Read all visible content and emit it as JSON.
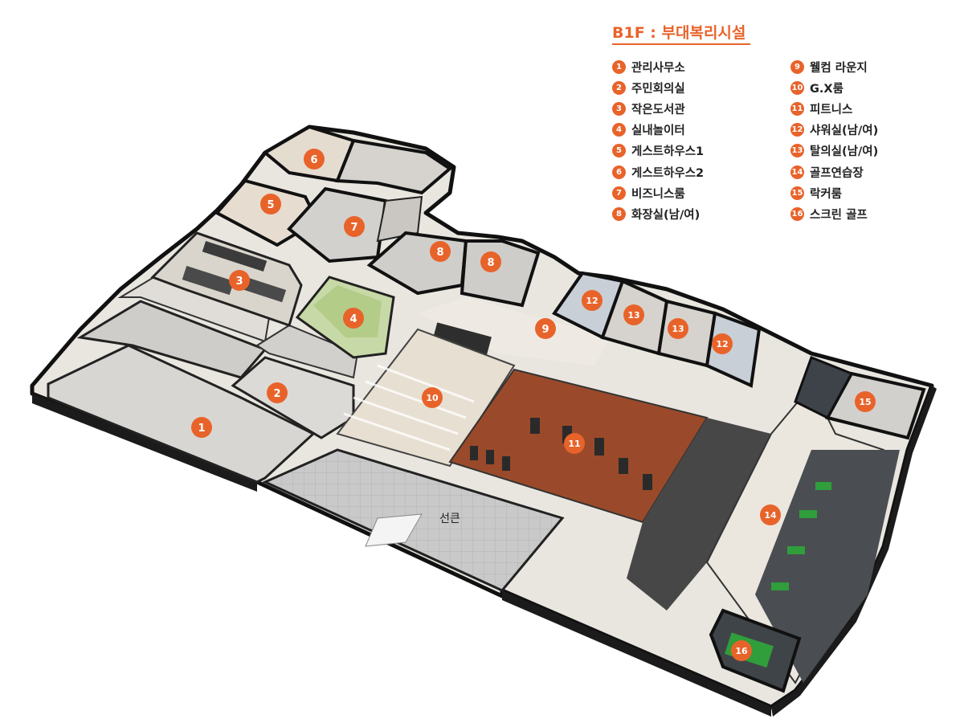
{
  "floor_title": "B1F : 부대복리시설",
  "colors": {
    "accent": "#e8632a",
    "marker_text": "#ffffff",
    "gym_floor": "#9a4a2a",
    "golf_green": "#2f9e3b",
    "wall": "#111111"
  },
  "legend": {
    "left": [
      {
        "num": "1",
        "label": "관리사무소"
      },
      {
        "num": "2",
        "label": "주민회의실"
      },
      {
        "num": "3",
        "label": "작은도서관"
      },
      {
        "num": "4",
        "label": "실내놀이터"
      },
      {
        "num": "5",
        "label": "게스트하우스1"
      },
      {
        "num": "6",
        "label": "게스트하우스2"
      },
      {
        "num": "7",
        "label": "비즈니스룸"
      },
      {
        "num": "8",
        "label": "화장실(남/여)"
      }
    ],
    "right": [
      {
        "num": "9",
        "label": "웰컴 라운지"
      },
      {
        "num": "10",
        "label": "G.X룸"
      },
      {
        "num": "11",
        "label": "피트니스"
      },
      {
        "num": "12",
        "label": "샤워실(남/여)"
      },
      {
        "num": "13",
        "label": "탈의실(남/여)"
      },
      {
        "num": "14",
        "label": "골프연습장"
      },
      {
        "num": "15",
        "label": "락커룸"
      },
      {
        "num": "16",
        "label": "스크린 골프"
      }
    ]
  },
  "map": {
    "sunken_label": "선큰",
    "markers": [
      "1",
      "2",
      "3",
      "4",
      "5",
      "6",
      "7",
      "8",
      "8",
      "9",
      "10",
      "11",
      "12",
      "12",
      "13",
      "13",
      "14",
      "15",
      "16"
    ]
  }
}
